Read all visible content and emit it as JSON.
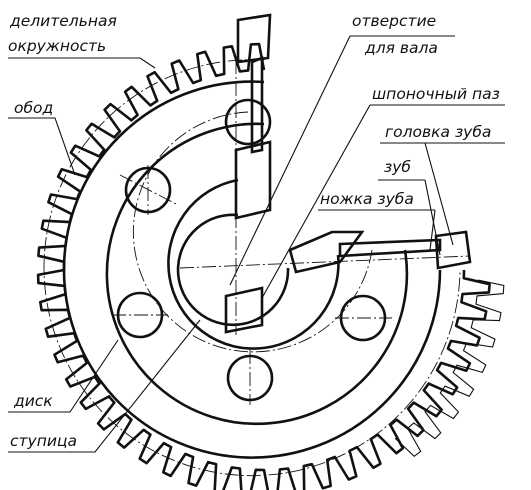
{
  "labels": {
    "pitch_circle": [
      "делительная",
      "окружность"
    ],
    "shaft_hole": [
      "отверстие",
      "для вала"
    ],
    "keyway": "шпоночный паз",
    "tooth_head": "головка зуба",
    "tooth": "зуб",
    "tooth_root": "ножка зуба",
    "rim": "обод",
    "disc": "диск",
    "hub": "ступица"
  }
}
